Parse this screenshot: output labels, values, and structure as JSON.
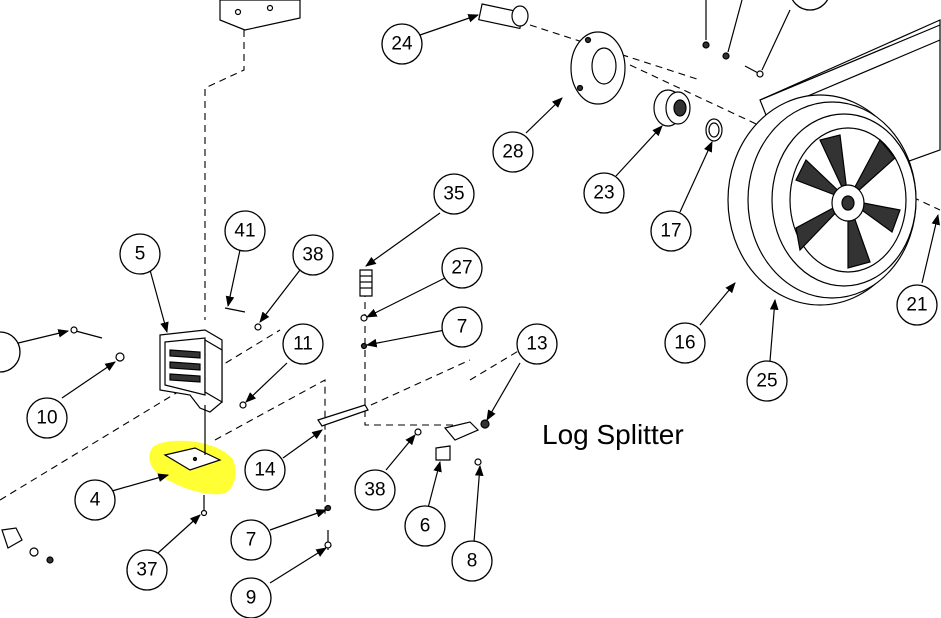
{
  "diagram": {
    "title": "Log Splitter",
    "highlight_color": "#ffff33",
    "callouts": [
      {
        "id": "c24",
        "label": "24"
      },
      {
        "id": "c28",
        "label": "28"
      },
      {
        "id": "c23",
        "label": "23"
      },
      {
        "id": "c17",
        "label": "17"
      },
      {
        "id": "c16",
        "label": "16"
      },
      {
        "id": "c25",
        "label": "25"
      },
      {
        "id": "c21",
        "label": "21"
      },
      {
        "id": "c5",
        "label": "5"
      },
      {
        "id": "c41",
        "label": "41"
      },
      {
        "id": "c38a",
        "label": "38"
      },
      {
        "id": "c11",
        "label": "11"
      },
      {
        "id": "c10",
        "label": "10"
      },
      {
        "id": "c4",
        "label": "4"
      },
      {
        "id": "c37",
        "label": "37"
      },
      {
        "id": "c35",
        "label": "35"
      },
      {
        "id": "c27",
        "label": "27"
      },
      {
        "id": "c7a",
        "label": "7"
      },
      {
        "id": "c13",
        "label": "13"
      },
      {
        "id": "c14",
        "label": "14"
      },
      {
        "id": "c38b",
        "label": "38"
      },
      {
        "id": "c6",
        "label": "6"
      },
      {
        "id": "c8",
        "label": "8"
      },
      {
        "id": "c7b",
        "label": "7"
      },
      {
        "id": "c9",
        "label": "9"
      }
    ]
  }
}
